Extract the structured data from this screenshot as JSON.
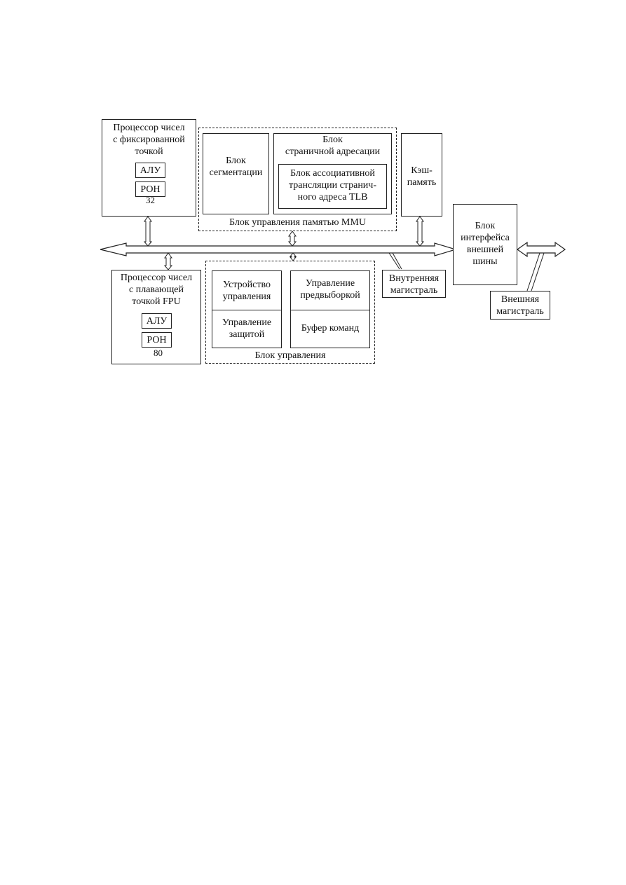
{
  "fixed_cpu": {
    "title": "Процессор чисел\nс фиксированной\nточкой",
    "alu": "АЛУ",
    "ron": "РОН",
    "ron_bits": "32"
  },
  "mmu": {
    "caption": "Блок управления памятью MMU",
    "segmentation": "Блок\nсегментации",
    "paging": "Блок\nстраничной адресации",
    "tlb": "Блок ассоциативной\nтрансляции странич-\nного адреса TLB"
  },
  "cache": {
    "label": "Кэш-\nпамять"
  },
  "bus_interface": {
    "label": "Блок\nинтерфейса\nвнешней\nшины"
  },
  "internal_bus": {
    "label": "Внутренняя\nмагистраль"
  },
  "external_bus": {
    "label": "Внешняя\nмагистраль"
  },
  "fpu": {
    "title": "Процессор чисел\nс плавающей\nточкой FPU",
    "alu": "АЛУ",
    "ron": "РОН",
    "ron_bits": "80"
  },
  "control_unit": {
    "caption": "Блок управления",
    "device": "Устройство\nуправления",
    "prefetch": "Управление\nпредвыборкой",
    "protection": "Управление\nзащитой",
    "cmd_buffer": "Буфер команд"
  }
}
